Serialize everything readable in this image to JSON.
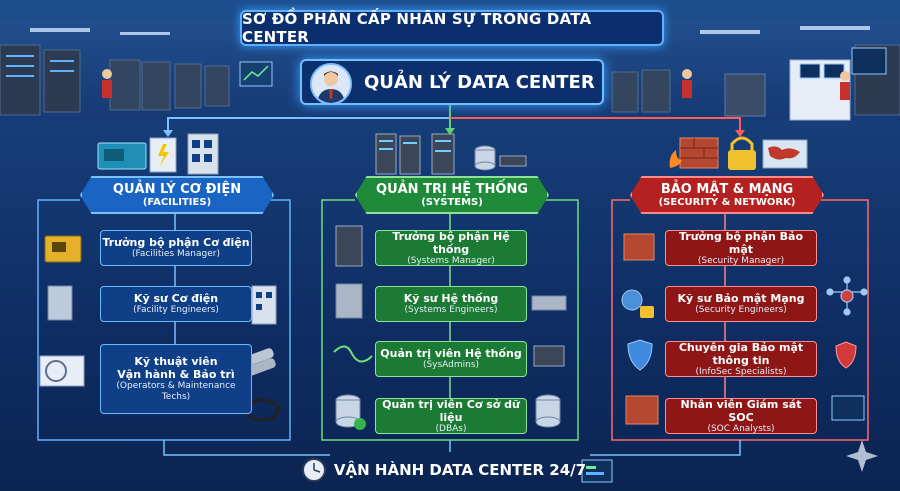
{
  "title": "SƠ ĐỒ PHÂN CẤP NHÂN SỰ TRONG DATA CENTER",
  "manager": {
    "label": "QUẢN LÝ DATA CENTER"
  },
  "departments": [
    {
      "name": "QUẢN LÝ CƠ ĐIỆN",
      "subtitle": "(FACILITIES)",
      "color": "#1a65c4",
      "roles": [
        {
          "title": "Trưởng bộ phận Cơ điện",
          "subtitle": "(Facilities Manager)"
        },
        {
          "title": "Kỹ sư Cơ điện",
          "subtitle": "(Facility Engineers)"
        },
        {
          "title_lines": [
            "Kỹ thuật viên",
            "Vận hành & Bảo trì"
          ],
          "subtitle_lines": [
            "(Operators & Maintenance",
            "Techs)"
          ]
        }
      ]
    },
    {
      "name": "QUẢN TRỊ HỆ THỐNG",
      "subtitle": "(SYSTEMS)",
      "color": "#1f8b3a",
      "roles": [
        {
          "title": "Trưởng bộ phận Hệ thống",
          "subtitle": "(Systems Manager)"
        },
        {
          "title": "Kỹ sư Hệ thống",
          "subtitle": "(Systems Engineers)"
        },
        {
          "title": "Quản trị viên Hệ thống",
          "subtitle": "(SysAdmins)"
        },
        {
          "title": "Quản trị viên Cơ sở dữ liệu",
          "subtitle": "(DBAs)"
        }
      ]
    },
    {
      "name": "BẢO MẬT & MẠNG",
      "subtitle": "(SECURITY & NETWORK)",
      "color": "#b52020",
      "roles": [
        {
          "title": "Trưởng bộ phận Bảo mật",
          "subtitle": "(Security Manager)"
        },
        {
          "title": "Kỹ sư Bảo mật Mạng",
          "subtitle": "(Security Engineers)"
        },
        {
          "title": "Chuyên gia Bảo mật thông tin",
          "subtitle": "(InfoSec Specialists)"
        },
        {
          "title": "Nhân viên Giám sát SOC",
          "subtitle": "(SOC Analysts)"
        }
      ]
    }
  ],
  "footer": {
    "label": "VẬN HÀNH DATA CENTER 24/7"
  },
  "icons": {
    "manager": "person-avatar-icon",
    "facilities": [
      "generator-icon",
      "electrical-panel-icon",
      "hvac-unit-icon",
      "cable-tools-icon"
    ],
    "systems": [
      "server-rack-icon",
      "database-icon",
      "network-switch-icon"
    ],
    "security": [
      "firewall-icon",
      "padlock-icon",
      "world-map-icon",
      "shield-icon",
      "network-nodes-icon"
    ]
  }
}
